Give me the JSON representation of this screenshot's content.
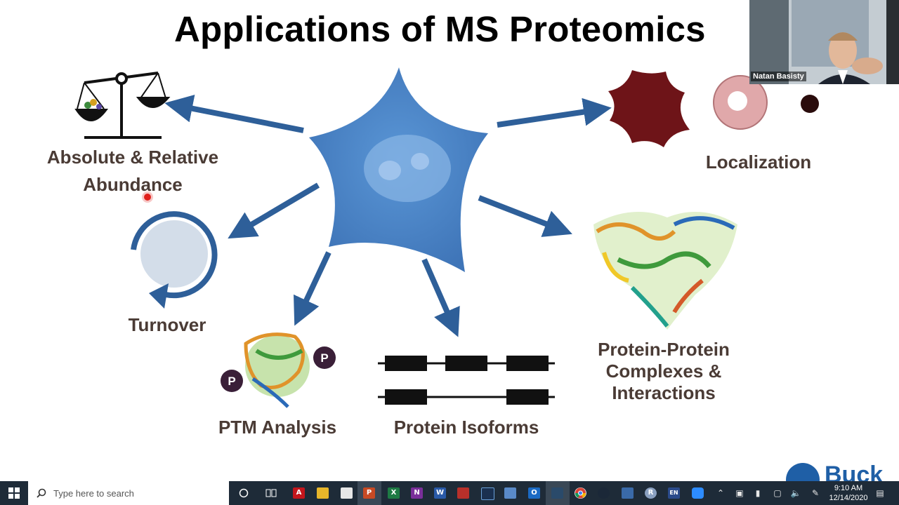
{
  "slide": {
    "title": "Applications of MS Proteomics",
    "labels": {
      "abundance_line1": "Absolute & Relative",
      "abundance_line2": "Abundance",
      "localization": "Localization",
      "turnover": "Turnover",
      "ptm": "PTM Analysis",
      "isoforms": "Protein Isoforms",
      "ppi_line1": "Protein-Protein",
      "ppi_line2": "Complexes &",
      "ppi_line3": "Interactions"
    },
    "ptm_badge": "P",
    "logo_text": "Buck",
    "colors": {
      "cell_blue": "#4a82c4",
      "arrow_blue": "#2e5f99",
      "label_brown": "#4a3b35",
      "cell_maroon": "#6e1418"
    }
  },
  "video": {
    "participant_name": "Natan Basisty"
  },
  "taskbar": {
    "search_placeholder": "Type here to search",
    "apps": [
      {
        "name": "cortana-icon"
      },
      {
        "name": "task-view-icon"
      },
      {
        "name": "acrobat-icon"
      },
      {
        "name": "file-explorer-icon"
      },
      {
        "name": "store-icon"
      },
      {
        "name": "powerpoint-icon"
      },
      {
        "name": "excel-icon"
      },
      {
        "name": "onenote-icon"
      },
      {
        "name": "word-icon"
      },
      {
        "name": "app-red-icon"
      },
      {
        "name": "app-dark-icon"
      },
      {
        "name": "app-blue-icon"
      },
      {
        "name": "outlook-icon"
      },
      {
        "name": "app-window-icon"
      },
      {
        "name": "chrome-icon"
      },
      {
        "name": "steam-icon"
      },
      {
        "name": "app-people-icon"
      },
      {
        "name": "r-icon"
      },
      {
        "name": "language-icon"
      },
      {
        "name": "zoom-icon"
      }
    ],
    "lang_label": "EN",
    "clock": {
      "time": "9:10 AM",
      "date": "12/14/2020"
    }
  }
}
